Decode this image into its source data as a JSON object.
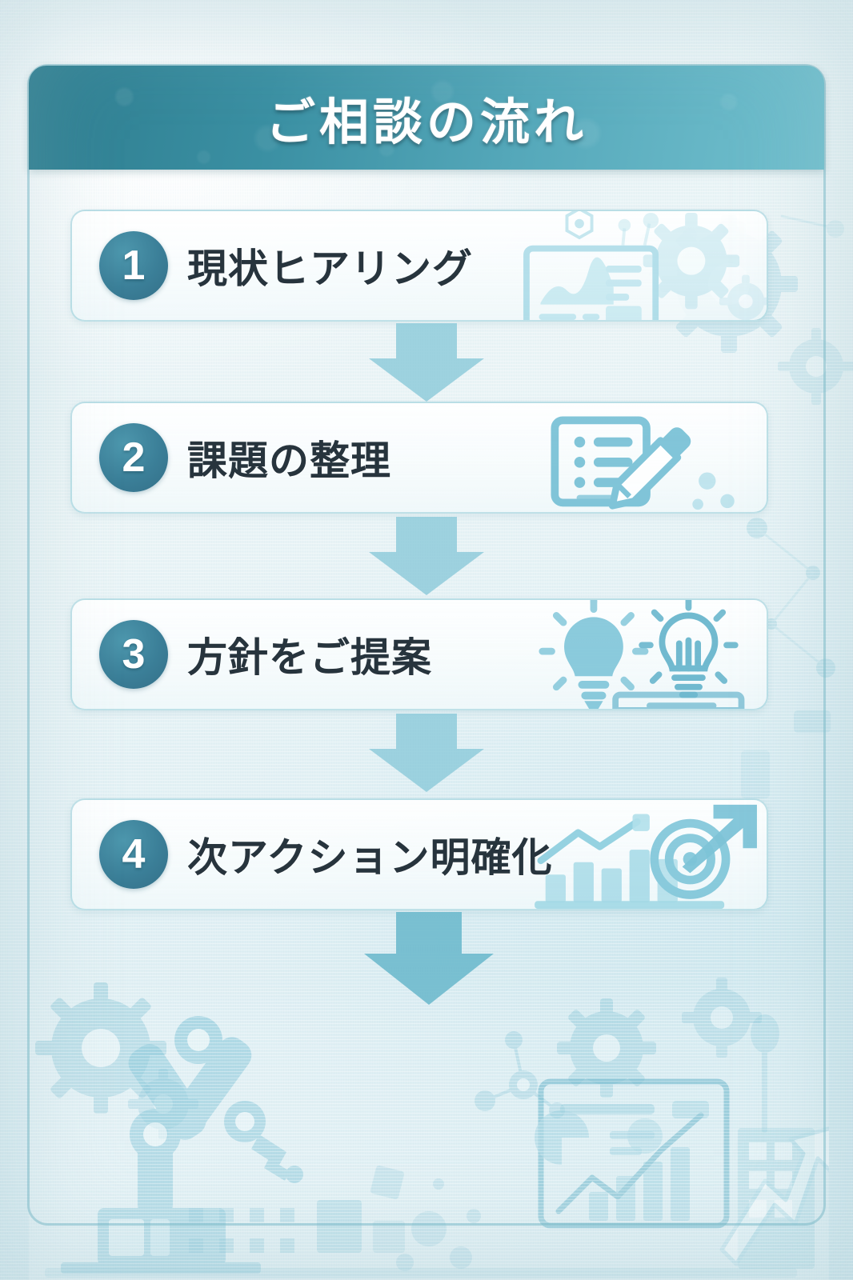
{
  "header": {
    "title": "ご相談の流れ"
  },
  "colors": {
    "header_gradient_start": "#2e7d8f",
    "header_gradient_end": "#72c0ce",
    "badge_fill": "#3b7f98",
    "badge_text": "#ffffff",
    "card_text": "#27343d",
    "card_border": "#8cc8d6",
    "card_bg": "#f8fcfd",
    "arrow_fill": "#8fcbdb",
    "final_arrow_fill": "#6bb8cc",
    "frame_border": "#7abac9",
    "page_bg": "#e6f2f5",
    "illustration": "#8dc8d8"
  },
  "steps": [
    {
      "number": "1",
      "label": "現状ヒアリング",
      "icon": "monitor-dashboard-gears-icon"
    },
    {
      "number": "2",
      "label": "課題の整理",
      "icon": "checklist-document-pencil-icon"
    },
    {
      "number": "3",
      "label": "方針をご提案",
      "icon": "lightbulb-idea-icon"
    },
    {
      "number": "4",
      "label": "次アクション明確化",
      "icon": "growth-chart-target-arrow-icon"
    }
  ],
  "connectors": [
    {
      "name": "arrow-step1-to-step2",
      "icon": "down-arrow-icon"
    },
    {
      "name": "arrow-step2-to-step3",
      "icon": "down-arrow-icon"
    },
    {
      "name": "arrow-step3-to-step4",
      "icon": "down-arrow-icon"
    },
    {
      "name": "arrow-step4-to-outcome",
      "icon": "down-arrow-icon"
    }
  ],
  "background_illustration": {
    "name": "factory-automation-scene",
    "elements": [
      "robot-arm-icon",
      "gear-icon",
      "gear-icon",
      "gear-icon",
      "dashboard-screen-icon",
      "bar-chart-icon",
      "pie-chart-icon",
      "trend-arrow-icon",
      "factory-building-icon",
      "network-nodes-icon",
      "hexagon-icon"
    ]
  }
}
